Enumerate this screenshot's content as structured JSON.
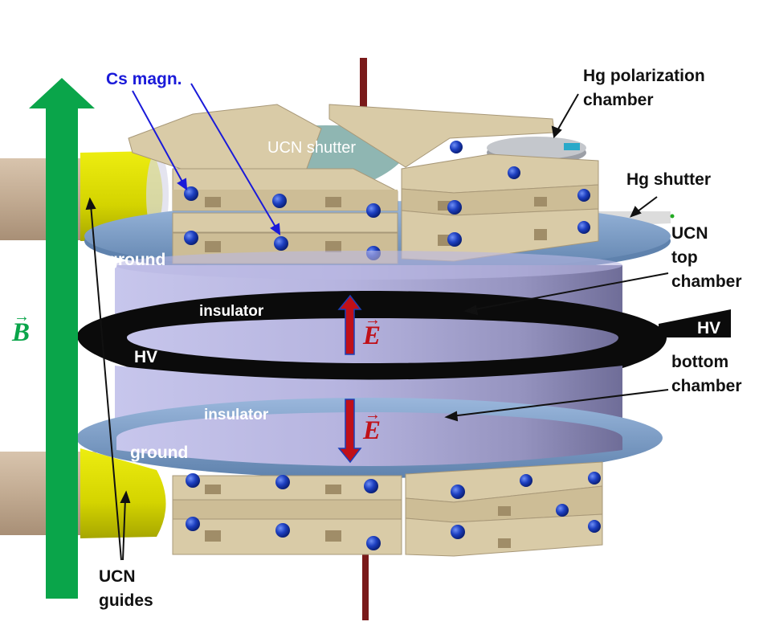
{
  "colors": {
    "b_field_arrow": "#0aa54a",
    "e_field_arrow": "#c01018",
    "hv_ring": "#0b0b0b",
    "insulator": "#b4b3dd",
    "ground_plate": "#7d9fc9",
    "magnetometer_holder": "#d9cba7",
    "cs_magnetometer": "#1b3fb8",
    "ucn_guide": "#c9b49c",
    "guide_flange": "#dada00",
    "ucn_shutter": "#8fb6b2",
    "rod": "#7a1a1a"
  },
  "labels": {
    "cs_magn": "Cs magn.",
    "hg_polarization": "Hg polarization\nchamber",
    "ucn_shutter": "UCN shutter",
    "hg_shutter": "Hg shutter",
    "ucn_top_chamber": "UCN\ntop\nchamber",
    "bottom_chamber": "bottom\nchamber",
    "hv_right": "HV",
    "hv_left": "HV",
    "insulator_top": "insulator",
    "insulator_bottom": "insulator",
    "ground_top": "ground",
    "ground_bottom": "ground",
    "ucn_guides": "UCN\nguides",
    "b_field": "B",
    "e_field_top": "E",
    "e_field_bottom": "E"
  }
}
